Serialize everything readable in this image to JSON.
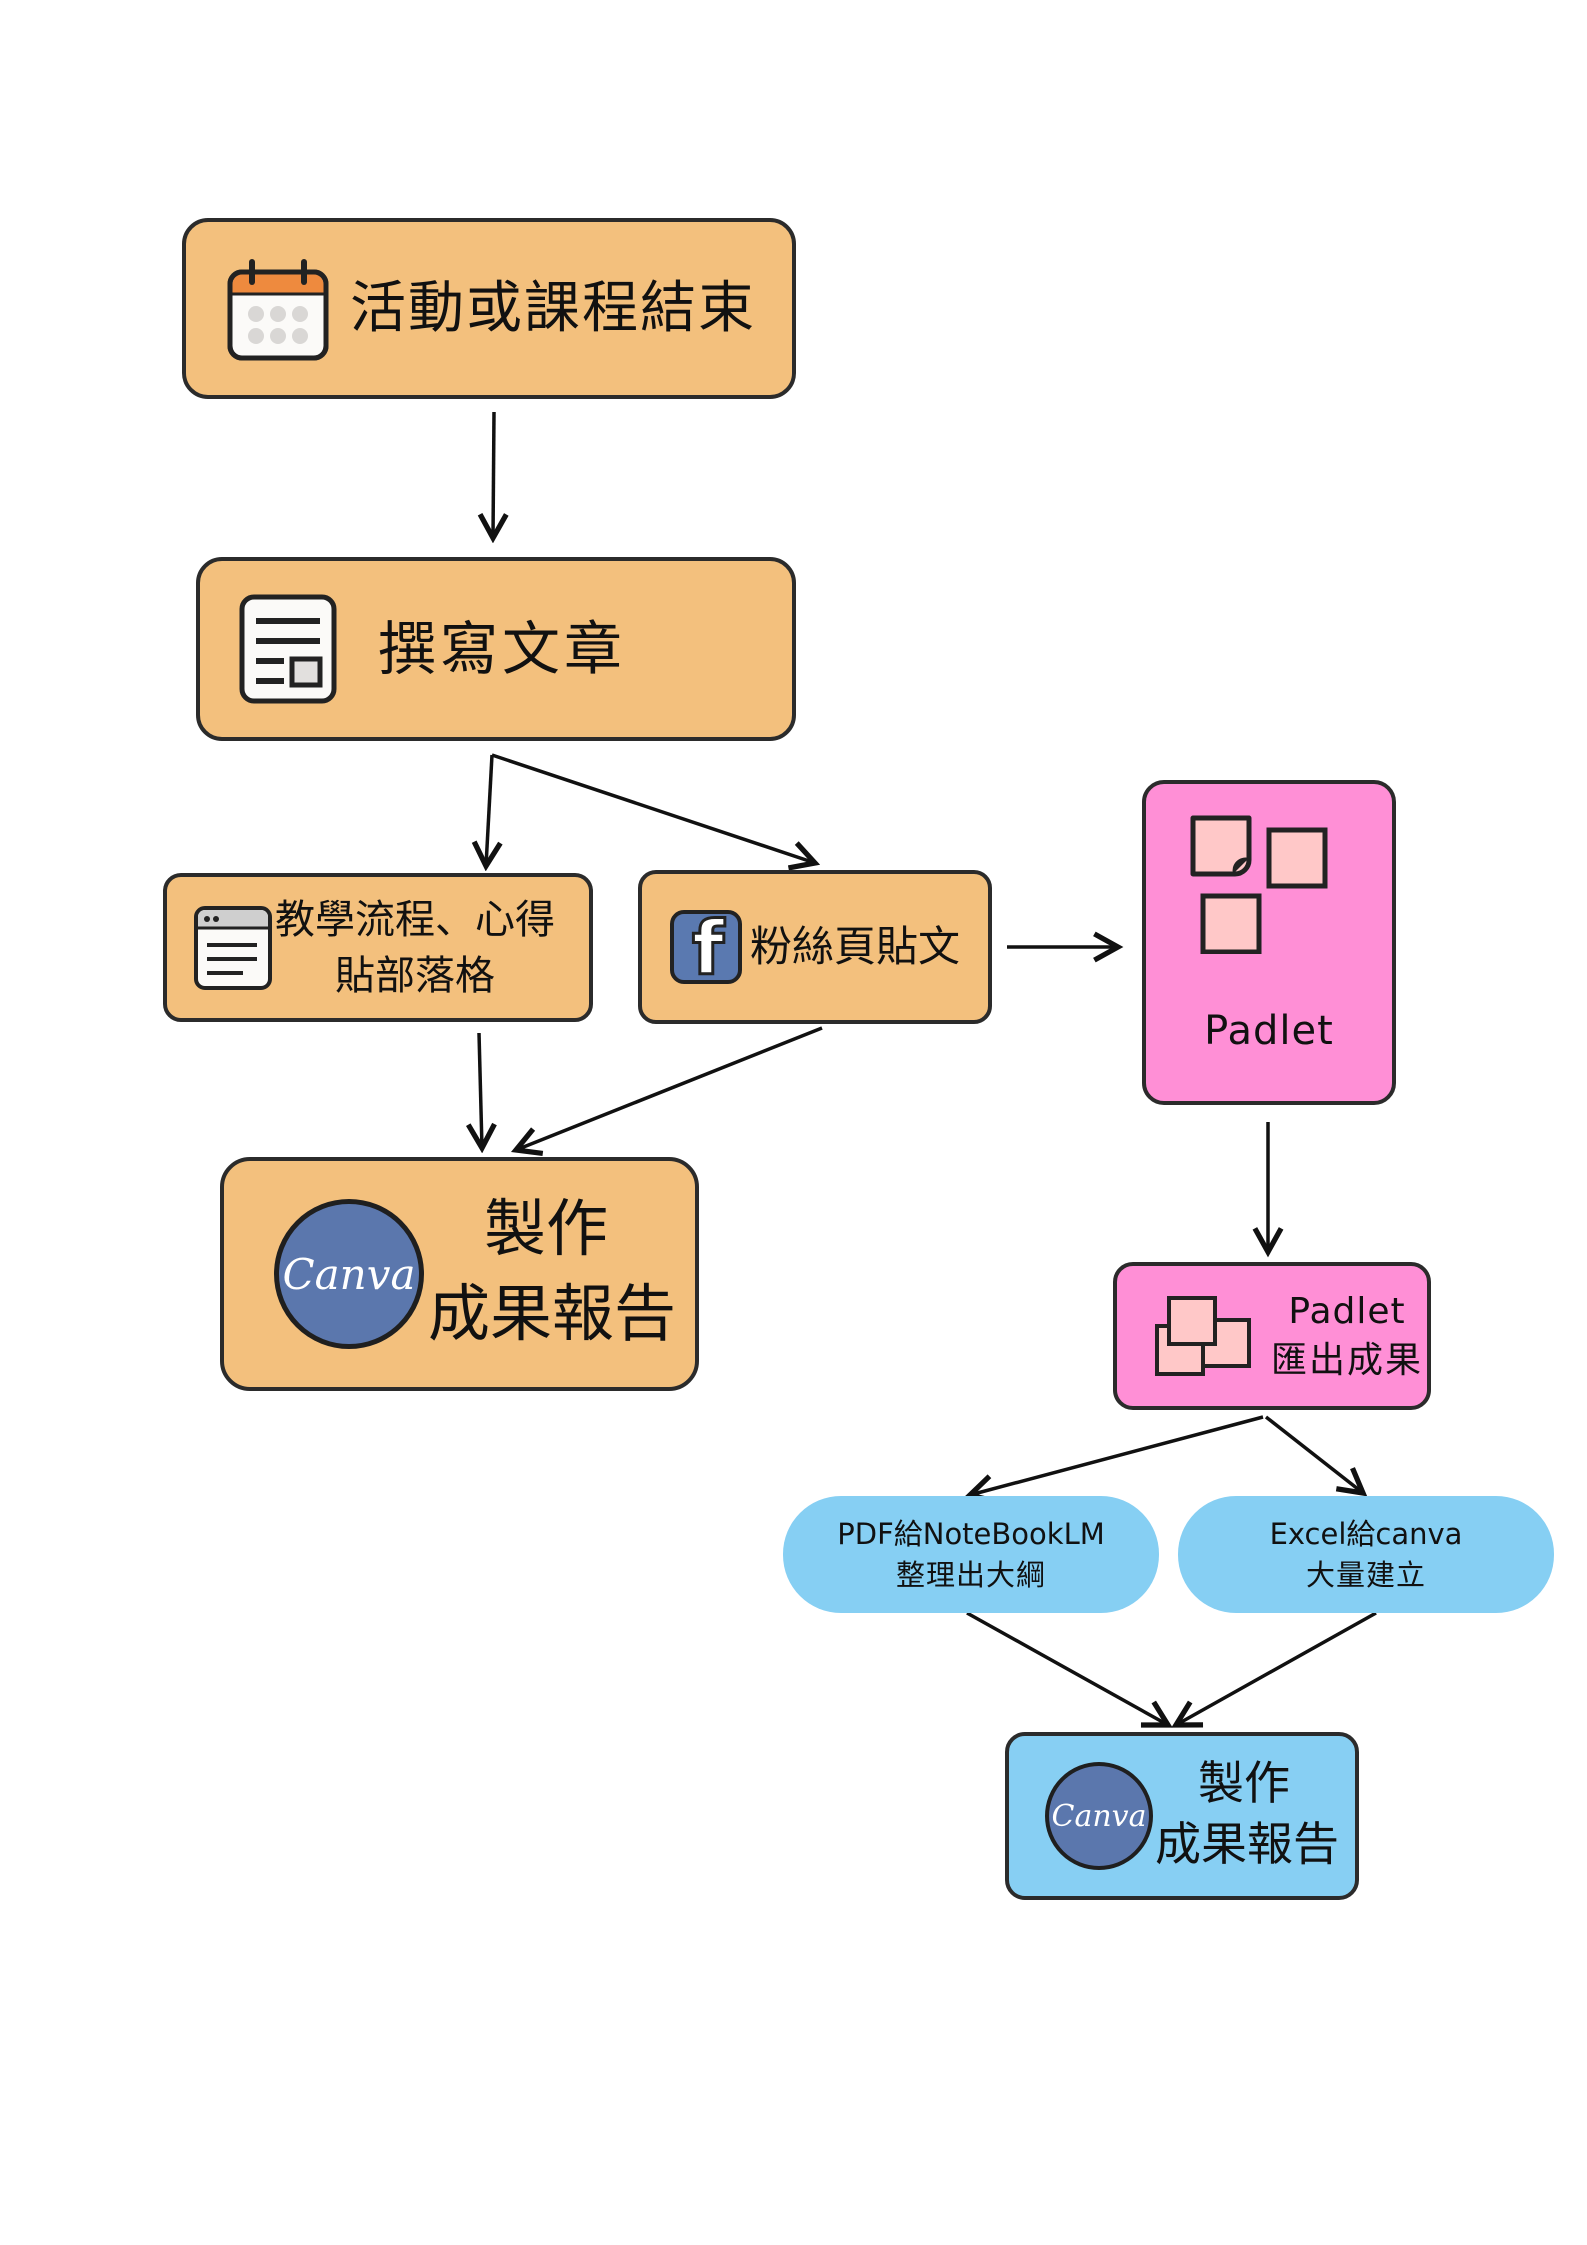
{
  "diagram": {
    "nodes": {
      "activity_end": {
        "label": "活動或課程結束",
        "icon": "calendar-icon"
      },
      "write_article": {
        "label": "撰寫文章",
        "icon": "document-icon"
      },
      "blog_post": {
        "line1": "教學流程、心得",
        "line2": "貼部落格",
        "icon": "browser-window-icon"
      },
      "fanpage_post": {
        "label": "粉絲頁貼文",
        "icon": "facebook-icon",
        "icon_glyph": "f"
      },
      "padlet": {
        "label": "Padlet",
        "icon": "sticky-notes-icon"
      },
      "canva_report_1": {
        "line1": "製作",
        "line2": "成果報告",
        "logo_text": "Canva"
      },
      "padlet_export": {
        "line1": "Padlet",
        "line2": "匯出成果",
        "icon": "stacked-notes-icon"
      },
      "pdf_notebooklm": {
        "line1": "PDF給NoteBookLM",
        "line2": "整理出大綱"
      },
      "excel_canva": {
        "line1": "Excel給canva",
        "line2": "大量建立"
      },
      "canva_report_2": {
        "line1": "製作",
        "line2": "成果報告",
        "logo_text": "Canva"
      }
    },
    "edges": [
      {
        "from": "activity_end",
        "to": "write_article"
      },
      {
        "from": "write_article",
        "to": "blog_post"
      },
      {
        "from": "write_article",
        "to": "fanpage_post"
      },
      {
        "from": "fanpage_post",
        "to": "padlet"
      },
      {
        "from": "blog_post",
        "to": "canva_report_1"
      },
      {
        "from": "fanpage_post",
        "to": "canva_report_1"
      },
      {
        "from": "padlet",
        "to": "padlet_export"
      },
      {
        "from": "padlet_export",
        "to": "pdf_notebooklm"
      },
      {
        "from": "padlet_export",
        "to": "excel_canva"
      },
      {
        "from": "pdf_notebooklm",
        "to": "canva_report_2"
      },
      {
        "from": "excel_canva",
        "to": "canva_report_2"
      }
    ],
    "colors": {
      "orange_node": "#f3c07d",
      "pink_node": "#ff8fd6",
      "blue_node": "#87cff3",
      "canva_blue": "#5b77ad",
      "facebook_blue": "#5a79b0",
      "calendar_orange": "#ee8a3e",
      "note_pink": "#ffc8c8"
    }
  }
}
